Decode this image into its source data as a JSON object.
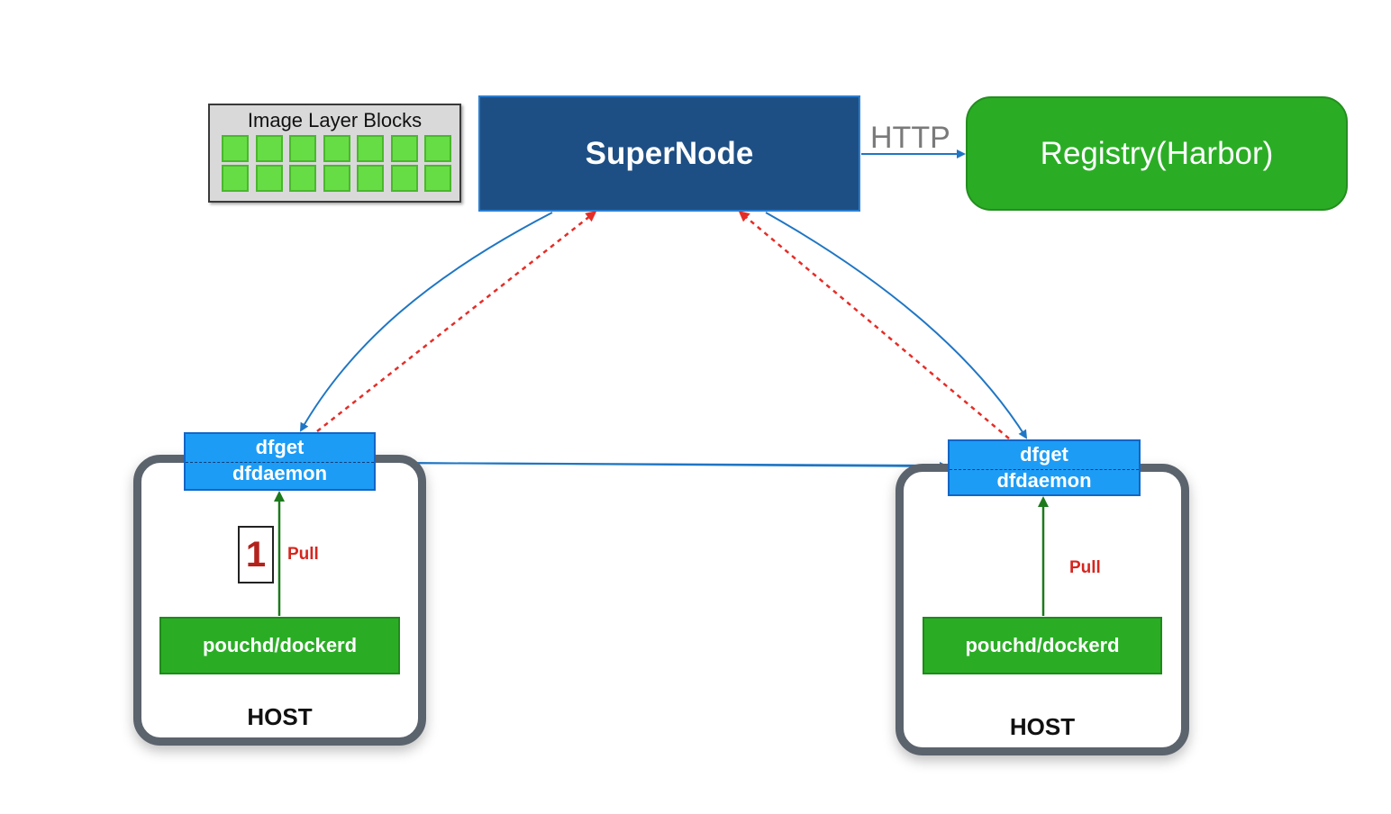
{
  "layers": {
    "title": "Image Layer Blocks",
    "rows": 2,
    "cols": 7,
    "block_color": "#66dd44"
  },
  "supernode": {
    "label": "SuperNode",
    "color": "#1e4f84"
  },
  "registry": {
    "label": "Registry(Harbor)",
    "color": "#2aad25"
  },
  "http_label": "HTTP",
  "hosts": [
    {
      "label": "HOST",
      "daemon": {
        "line1": "dfget",
        "line2": "dfdaemon"
      },
      "runtime": "pouchd/dockerd",
      "pull_label": "Pull",
      "step": "1"
    },
    {
      "label": "HOST",
      "daemon": {
        "line1": "dfget",
        "line2": "dfdaemon"
      },
      "runtime": "pouchd/dockerd",
      "pull_label": "Pull"
    }
  ],
  "colors": {
    "blue_arrow": "#1f76c4",
    "red_dashed_arrow": "#e52d27",
    "green_arrow": "#1c7a1c",
    "host_border": "#5b636d"
  }
}
